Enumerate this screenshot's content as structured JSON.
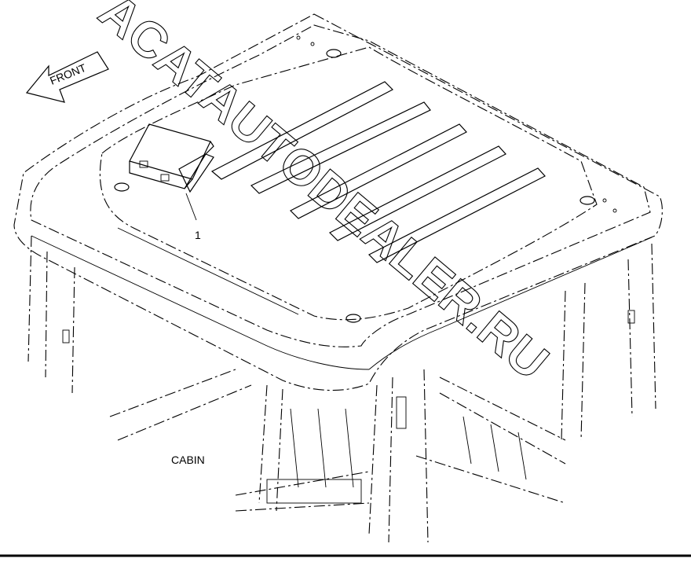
{
  "labels": {
    "front": "FRONT",
    "part_number": "1",
    "cabin": "CABIN"
  },
  "watermark": "ACATAUTODEALER.RU",
  "colors": {
    "line": "#000000",
    "background": "#ffffff"
  }
}
